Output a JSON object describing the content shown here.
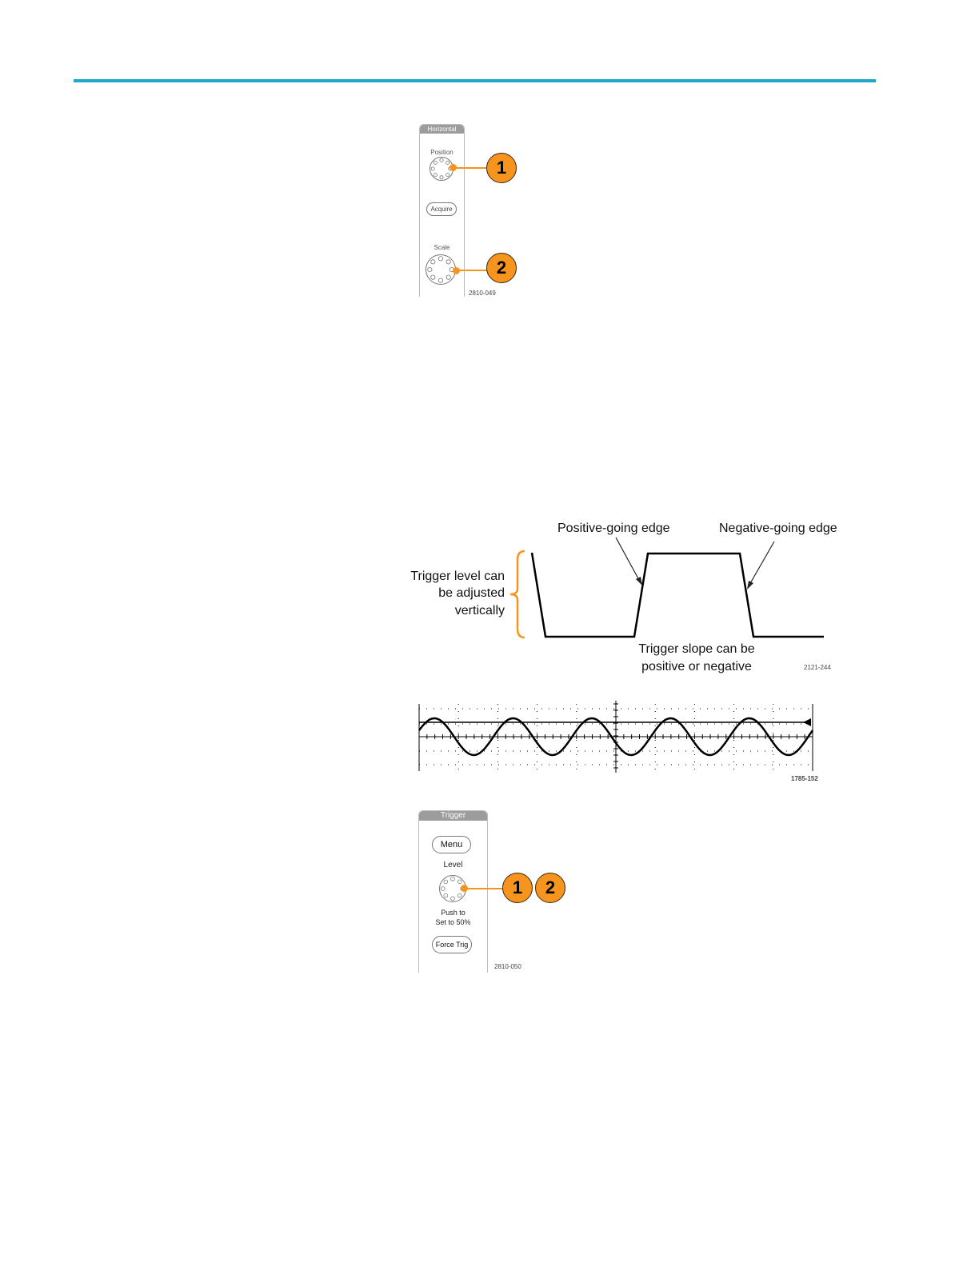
{
  "horizontal_panel": {
    "title": "Horizontal",
    "position_label": "Position",
    "acquire_label": "Acquire",
    "scale_label": "Scale",
    "figure_id": "2810-049",
    "callouts": [
      "1",
      "2"
    ]
  },
  "trigger_diagram": {
    "positive_edge_label": "Positive-going edge",
    "negative_edge_label": "Negative-going edge",
    "level_label_line1": "Trigger level can",
    "level_label_line2": "be adjusted",
    "level_label_line3": "vertically",
    "slope_label_line1": "Trigger slope can be",
    "slope_label_line2": "positive or negative",
    "figure_id": "2121-244"
  },
  "waveform_display": {
    "figure_id": "1785-152",
    "cycles": 5
  },
  "trigger_panel": {
    "title": "Trigger",
    "menu_label": "Menu",
    "level_label": "Level",
    "push_line1": "Push to",
    "push_line2": "Set to 50%",
    "force_trig_label": "Force Trig",
    "figure_id": "2810-050",
    "callouts": [
      "1",
      "2"
    ]
  },
  "colors": {
    "accent_rule": "#1ea8c6",
    "callout": "#f7941d"
  }
}
